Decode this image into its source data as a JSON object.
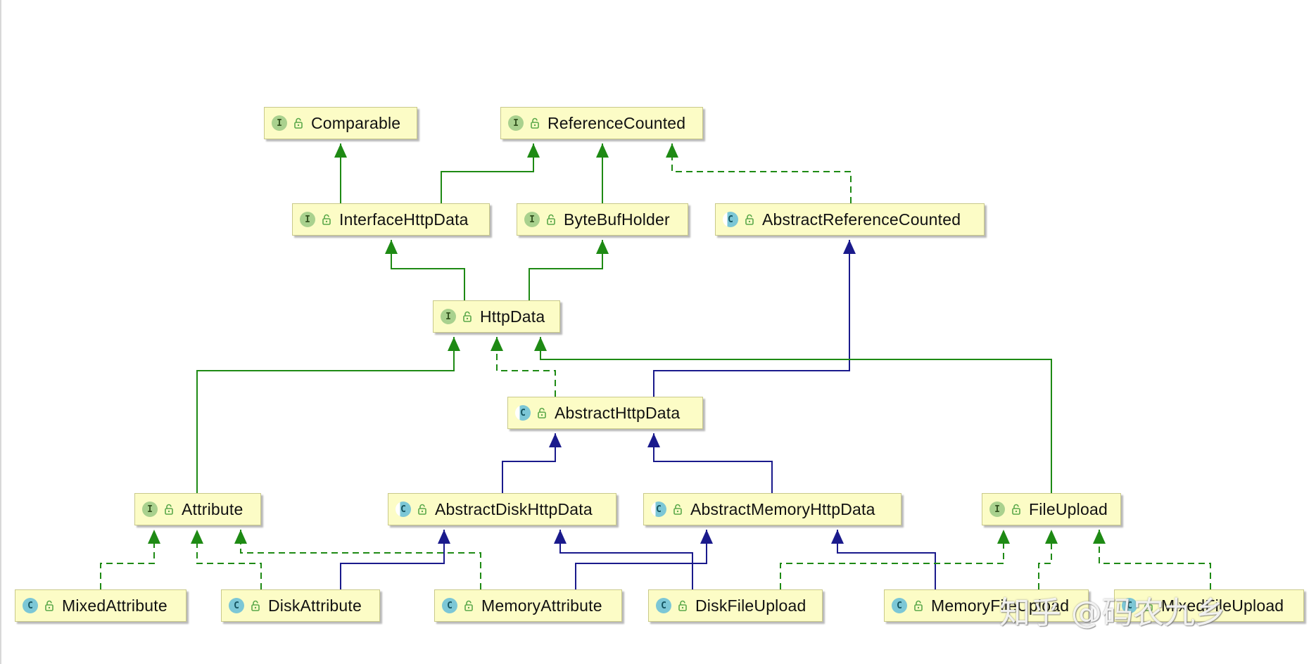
{
  "diagram": {
    "nodes": [
      {
        "id": "comparable",
        "kind": "interface",
        "badge": "I",
        "label": "Comparable"
      },
      {
        "id": "referencecounted",
        "kind": "interface",
        "badge": "I",
        "label": "ReferenceCounted"
      },
      {
        "id": "interfacehttpdata",
        "kind": "interface",
        "badge": "I",
        "label": "InterfaceHttpData"
      },
      {
        "id": "bytebufholder",
        "kind": "interface",
        "badge": "I",
        "label": "ByteBufHolder"
      },
      {
        "id": "abstractreferencecounted",
        "kind": "abstract-class",
        "badge": "C",
        "label": "AbstractReferenceCounted"
      },
      {
        "id": "httpdata",
        "kind": "interface",
        "badge": "I",
        "label": "HttpData"
      },
      {
        "id": "abstracthttpdata",
        "kind": "abstract-class",
        "badge": "C",
        "label": "AbstractHttpData"
      },
      {
        "id": "attribute",
        "kind": "interface",
        "badge": "I",
        "label": "Attribute"
      },
      {
        "id": "abstractdiskhttpdata",
        "kind": "abstract-class",
        "badge": "C",
        "label": "AbstractDiskHttpData"
      },
      {
        "id": "abstractmemoryhttpdata",
        "kind": "abstract-class",
        "badge": "C",
        "label": "AbstractMemoryHttpData"
      },
      {
        "id": "fileupload",
        "kind": "interface",
        "badge": "I",
        "label": "FileUpload"
      },
      {
        "id": "mixedattribute",
        "kind": "class",
        "badge": "C",
        "label": "MixedAttribute"
      },
      {
        "id": "diskattribute",
        "kind": "class",
        "badge": "C",
        "label": "DiskAttribute"
      },
      {
        "id": "memoryattribute",
        "kind": "class",
        "badge": "C",
        "label": "MemoryAttribute"
      },
      {
        "id": "diskfileupload",
        "kind": "class",
        "badge": "C",
        "label": "DiskFileUpload"
      },
      {
        "id": "memoryfileupload",
        "kind": "class",
        "badge": "C",
        "label": "MemoryFileUpload"
      },
      {
        "id": "mixedfileupload",
        "kind": "class",
        "badge": "C",
        "label": "MixedFileUpload"
      }
    ],
    "edges": [
      {
        "from": "interfacehttpdata",
        "to": "comparable",
        "type": "extends-interface"
      },
      {
        "from": "interfacehttpdata",
        "to": "referencecounted",
        "type": "extends-interface"
      },
      {
        "from": "bytebufholder",
        "to": "referencecounted",
        "type": "extends-interface"
      },
      {
        "from": "abstractreferencecounted",
        "to": "referencecounted",
        "type": "implements"
      },
      {
        "from": "httpdata",
        "to": "interfacehttpdata",
        "type": "extends-interface"
      },
      {
        "from": "httpdata",
        "to": "bytebufholder",
        "type": "extends-interface"
      },
      {
        "from": "abstracthttpdata",
        "to": "abstractreferencecounted",
        "type": "extends-class"
      },
      {
        "from": "abstracthttpdata",
        "to": "httpdata",
        "type": "implements"
      },
      {
        "from": "attribute",
        "to": "httpdata",
        "type": "extends-interface"
      },
      {
        "from": "fileupload",
        "to": "httpdata",
        "type": "extends-interface"
      },
      {
        "from": "abstractdiskhttpdata",
        "to": "abstracthttpdata",
        "type": "extends-class"
      },
      {
        "from": "abstractmemoryhttpdata",
        "to": "abstracthttpdata",
        "type": "extends-class"
      },
      {
        "from": "mixedattribute",
        "to": "attribute",
        "type": "implements"
      },
      {
        "from": "diskattribute",
        "to": "attribute",
        "type": "implements"
      },
      {
        "from": "memoryattribute",
        "to": "attribute",
        "type": "implements"
      },
      {
        "from": "diskattribute",
        "to": "abstractdiskhttpdata",
        "type": "extends-class"
      },
      {
        "from": "diskfileupload",
        "to": "abstractdiskhttpdata",
        "type": "extends-class"
      },
      {
        "from": "memoryattribute",
        "to": "abstractmemoryhttpdata",
        "type": "extends-class"
      },
      {
        "from": "memoryfileupload",
        "to": "abstractmemoryhttpdata",
        "type": "extends-class"
      },
      {
        "from": "diskfileupload",
        "to": "fileupload",
        "type": "implements"
      },
      {
        "from": "memoryfileupload",
        "to": "fileupload",
        "type": "implements"
      },
      {
        "from": "mixedfileupload",
        "to": "fileupload",
        "type": "implements"
      }
    ],
    "colors": {
      "node_fill": "#fcfcc6",
      "interface_edge": "#1e8a14",
      "class_edge": "#1a1a8c"
    }
  },
  "watermark": {
    "text": "知乎 @码农九乡"
  }
}
